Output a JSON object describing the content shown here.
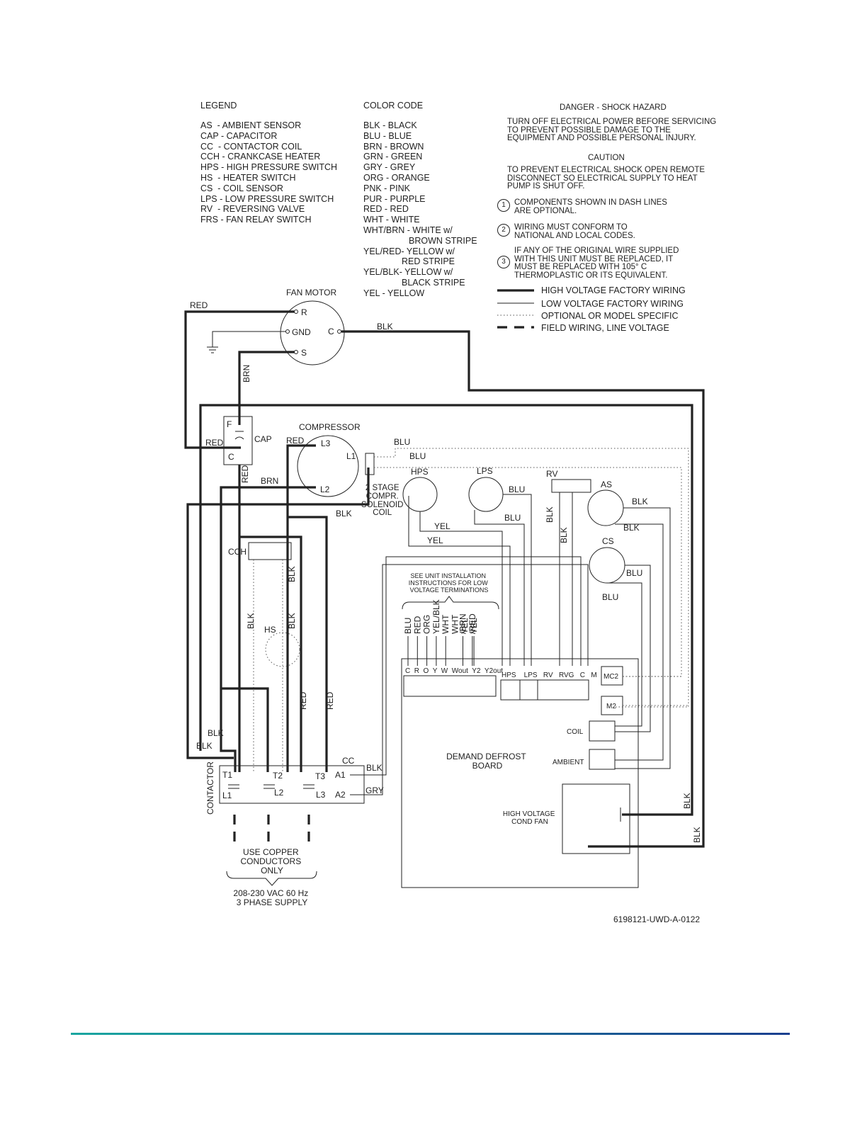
{
  "legend": {
    "title": "LEGEND",
    "items": [
      "AS  - AMBIENT SENSOR",
      "CAP - CAPACITOR",
      "CC  - CONTACTOR COIL",
      "CCH - CRANKCASE HEATER",
      "HPS - HIGH PRESSURE SWITCH",
      "HS  - HEATER SWITCH",
      "CS  - COIL SENSOR",
      "LPS - LOW PRESSURE SWITCH",
      "RV  - REVERSING VALVE",
      "FRS - FAN RELAY SWITCH"
    ]
  },
  "color_code": {
    "title": "COLOR CODE",
    "items": [
      "BLK - BLACK",
      "BLU - BLUE",
      "BRN - BROWN",
      "GRN - GREEN",
      "GRY - GREY",
      "ORG - ORANGE",
      "PNK - PINK",
      "PUR - PURPLE",
      "RED - RED",
      "WHT - WHITE",
      "WHT/BRN - WHITE w/",
      "BROWN STRIPE",
      "YEL/RED- YELLOW w/",
      "RED STRIPE",
      "YEL/BLK- YELLOW w/",
      "BLACK STRIPE",
      "YEL - YELLOW"
    ]
  },
  "warnings": {
    "danger_title": "DANGER - SHOCK HAZARD",
    "danger_text": "TURN OFF ELECTRICAL POWER BEFORE SERVICING\nTO PREVENT POSSIBLE DAMAGE TO THE\nEQUIPMENT AND POSSIBLE PERSONAL INJURY.",
    "caution_title": "CAUTION",
    "caution_text": "TO PREVENT ELECTRICAL SHOCK OPEN REMOTE\nDISCONNECT SO ELECTRICAL SUPPLY TO HEAT\nPUMP IS SHUT OFF."
  },
  "notes": [
    {
      "num": "1",
      "text": "COMPONENTS SHOWN IN DASH LINES\nARE OPTIONAL."
    },
    {
      "num": "2",
      "text": "WIRING MUST CONFORM TO\nNATIONAL AND LOCAL CODES."
    },
    {
      "num": "3",
      "text": "IF ANY OF THE ORIGINAL WIRE SUPPLIED\nWITH THIS UNIT MUST BE REPLACED, IT\nMUST BE REPLACED WITH 105° C\nTHERMOPLASTIC OR ITS EQUIVALENT."
    }
  ],
  "line_key": [
    "HIGH VOLTAGE FACTORY WIRING",
    "LOW VOLTAGE FACTORY WIRING",
    "OPTIONAL OR MODEL SPECIFIC",
    "FIELD WIRING, LINE VOLTAGE"
  ],
  "labels": {
    "fan_motor": "FAN MOTOR",
    "r": "R",
    "gnd": "GND",
    "s": "S",
    "c": "C",
    "red": "RED",
    "blk": "BLK",
    "brn": "BRN",
    "blu": "BLU",
    "yel": "YEL",
    "gry": "GRY",
    "f": "F",
    "cap": "CAP",
    "compressor": "COMPRESSOR",
    "l1": "L1",
    "l2": "L2",
    "l3": "L3",
    "two_stage": "2 STAGE\nCOMPR.\nSOLENOID\nCOIL",
    "hps": "HPS",
    "lps": "LPS",
    "rv": "RV",
    "as": "AS",
    "cs": "CS",
    "cch": "CCH",
    "hs": "HS",
    "see_install": "SEE UNIT INSTALLATION\nINSTRUCTIONS FOR LOW\nVOLTAGE TERMINATIONS",
    "low_volt_wires": [
      "BLU",
      "RED",
      "ORG",
      "YEL/BLK",
      "WHT",
      "WHT\n/BRN",
      "YEL\n/RED",
      "YEL"
    ],
    "terminals_left": "C  R  O  Y  W  Wout  Y2  Y2out",
    "terminals_right": "HPS    LPS   RV   RVG   C   M",
    "mc2": "MC2",
    "m2": "M2",
    "coil": "COIL",
    "ambient": "AMBIENT",
    "ddb": "DEMAND DEFROST\nBOARD",
    "hv_fan": "HIGH VOLTAGE\nCOND FAN",
    "contactor": "CONTACTOR",
    "cc": "CC",
    "t1": "T1",
    "t2": "T2",
    "t3": "T3",
    "cl1": "L1",
    "cl2": "L2",
    "cl3": "L3",
    "a1": "A1",
    "a2": "A2",
    "copper": "USE COPPER\nCONDUCTORS\nONLY",
    "supply": "208-230 VAC 60 Hz\n3 PHASE SUPPLY",
    "doc_id": "6198121-UWD-A-0122"
  },
  "colors": {
    "ink": "#222222",
    "rule_start": "#1aa6a0",
    "rule_end": "#1a3f8f"
  }
}
